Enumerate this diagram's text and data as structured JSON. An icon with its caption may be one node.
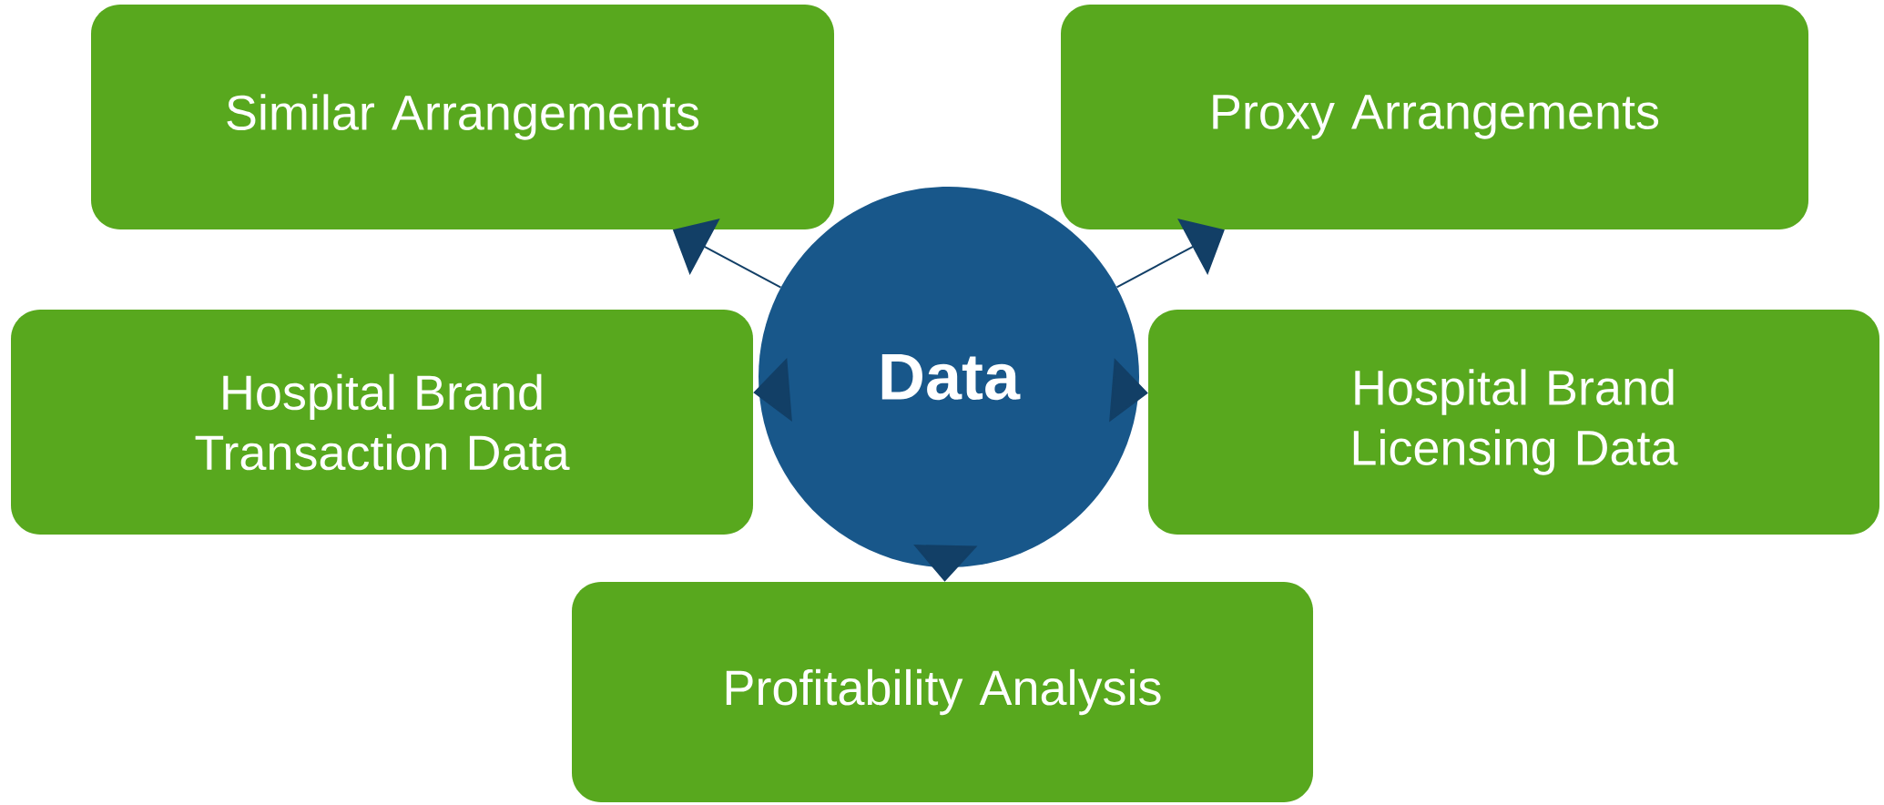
{
  "diagram": {
    "nodes": [
      {
        "text": [
          "Similar Arrangements"
        ]
      },
      {
        "text": [
          "Proxy Arrangements"
        ]
      },
      {
        "text": [
          "Data"
        ]
      },
      {
        "text": [
          "Hospital Brand Transaction Data"
        ]
      },
      {
        "text": [
          "Hospital Brand Licensing Data"
        ]
      },
      {
        "text": [
          "Profitability Analysis"
        ]
      }
    ],
    "edges": [
      {
        "from": 2,
        "to": 0,
        "arrow": "to"
      },
      {
        "from": 2,
        "to": 1,
        "arrow": "to"
      },
      {
        "from": 2,
        "to": 3,
        "arrow": "to"
      },
      {
        "from": 2,
        "to": 4,
        "arrow": "to"
      },
      {
        "from": 2,
        "to": 5,
        "arrow": "to"
      }
    ]
  }
}
